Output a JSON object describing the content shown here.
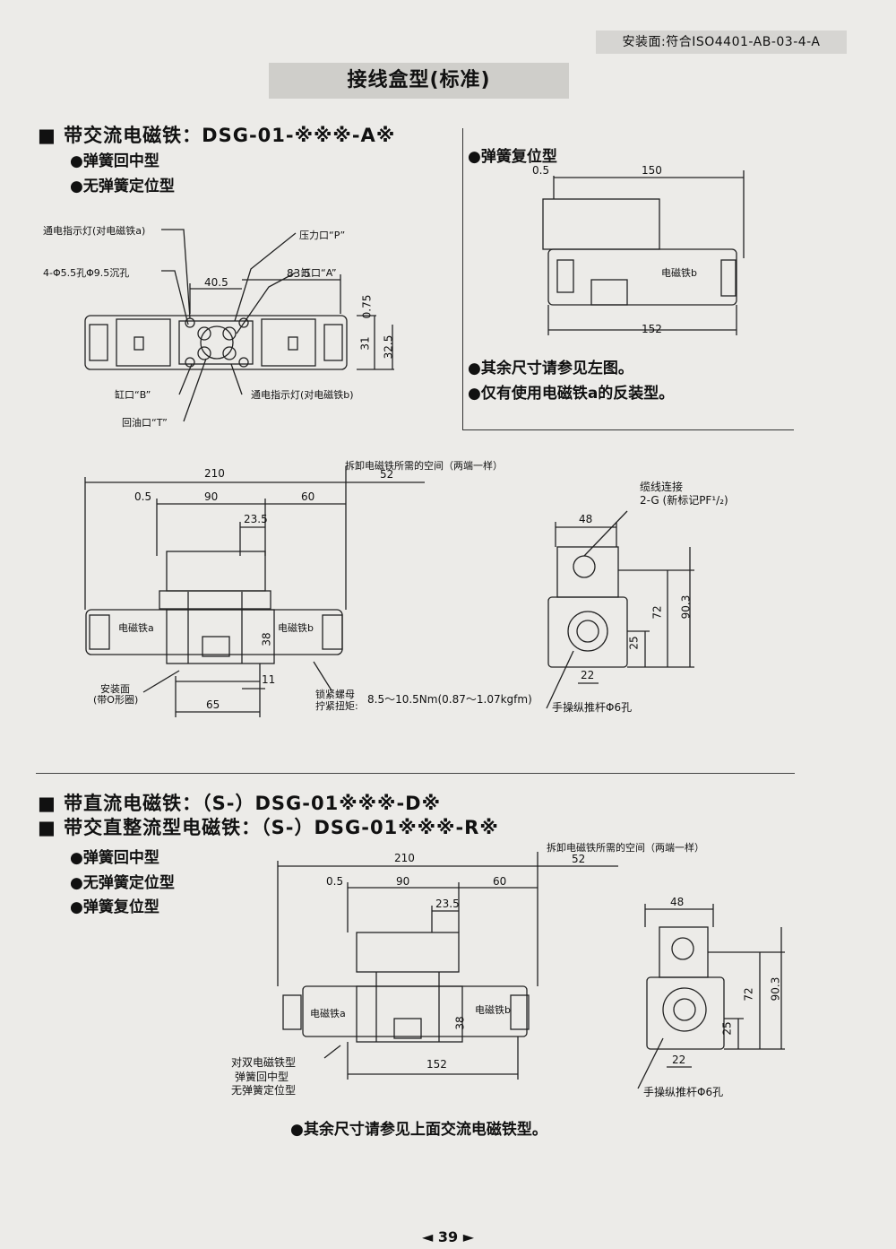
{
  "header": {
    "mount_standard": "安装面:符合ISO4401-AB-03-4-A",
    "title": "接线盒型(标准)"
  },
  "ac_section": {
    "heading": "■ 带交流电磁铁：DSG-01-※※※-A※",
    "bullets": [
      "●弹簧回中型",
      "●无弹簧定位型"
    ],
    "callouts": {
      "indicator_a": "通电指示灯(对电磁铁a)",
      "holes": "4-Φ5.5孔Φ9.5沉孔",
      "port_p": "压力口“P”",
      "port_a": "缸口“A”",
      "port_b": "缸口“B”",
      "port_t": "回油口“T”",
      "indicator_b": "通电指示灯(对电磁铁b)"
    },
    "top_dims": {
      "d40_5": "40.5",
      "d83_5": "83.5",
      "d0_75": "0.75",
      "d31": "31",
      "d32_5": "32.5"
    }
  },
  "spring_return_panel": {
    "heading": "●弹簧复位型",
    "dims": {
      "d0_5": "0.5",
      "d150": "150",
      "d152": "152"
    },
    "solenoid_b": "电磁铁b",
    "notes": [
      "●其余尺寸请参见左图。",
      "●仅有使用电磁铁a的反装型。"
    ]
  },
  "ac_front": {
    "removal_space": "拆卸电磁铁所需的空间（两端一样）",
    "dims": {
      "d210": "210",
      "d52": "52",
      "d0_5": "0.5",
      "d90": "90",
      "d60": "60",
      "d23_5": "23.5",
      "d38": "38",
      "d11": "11",
      "d65": "65"
    },
    "solenoid_a": "电磁铁a",
    "solenoid_b": "电磁铁b",
    "mount_face": "安装面",
    "o_ring": "(带O形圈)",
    "locknut": "锁紧螺母",
    "torque_label": "拧紧扭矩:",
    "torque_value": "8.5～10.5Nm(0.87～1.07kgfm)"
  },
  "ac_side": {
    "cable_conn": "缆线连接",
    "thread": "2-G (新标记PF¹/₂)",
    "dims": {
      "d48": "48",
      "d72": "72",
      "d90_3": "90.3",
      "d25": "25",
      "d22": "22"
    },
    "manual_pin": "手操纵推杆Φ6孔"
  },
  "dc_section": {
    "heading1": "■ 带直流电磁铁：（S-）DSG-01※※※-D※",
    "heading2": "■ 带交直整流型电磁铁：（S-）DSG-01※※※-R※",
    "bullets": [
      "●弹簧回中型",
      "●无弹簧定位型",
      "●弹簧复位型"
    ],
    "removal_space": "拆卸电磁铁所需的空间（两端一样）",
    "dims": {
      "d210": "210",
      "d52": "52",
      "d0_5": "0.5",
      "d90": "90",
      "d60": "60",
      "d23_5": "23.5",
      "d38": "38",
      "d152": "152"
    },
    "solenoid_a": "电磁铁a",
    "solenoid_b": "电磁铁b",
    "dual_note": [
      "对双电磁铁型",
      "弹簧回中型",
      "无弹簧定位型"
    ],
    "side_dims": {
      "d48": "48",
      "d72": "72",
      "d90_3": "90.3",
      "d25": "25",
      "d22": "22"
    },
    "manual_pin": "手操纵推杆Φ6孔",
    "footer_note": "●其余尺寸请参见上面交流电磁铁型。"
  },
  "page": {
    "number": "◄ 39 ►"
  }
}
